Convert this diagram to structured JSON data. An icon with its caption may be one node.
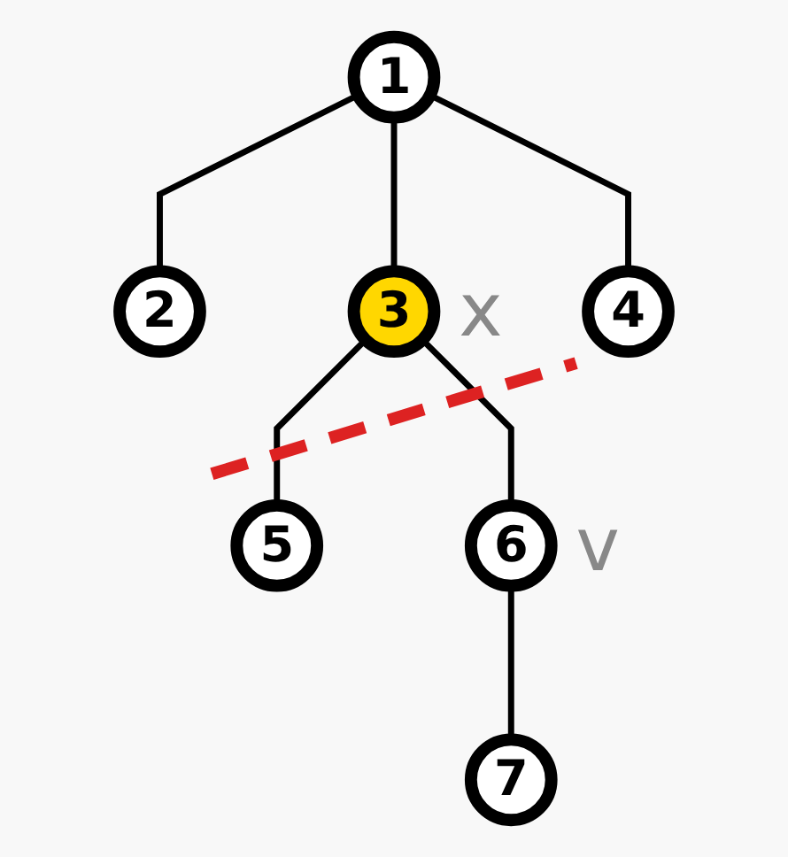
{
  "diagram": {
    "nodes": [
      {
        "text": [
          "1"
        ]
      },
      {
        "text": [
          "2"
        ]
      },
      {
        "text": [
          "3"
        ],
        "beside": [
          "x"
        ]
      },
      {
        "text": [
          "4"
        ]
      },
      {
        "text": [
          "5"
        ]
      },
      {
        "text": [
          "6"
        ],
        "beside": [
          "v"
        ]
      },
      {
        "text": [
          "7"
        ]
      }
    ],
    "edges": [
      {
        "from": 0,
        "to": 1,
        "arrow": "none"
      },
      {
        "from": 0,
        "to": 2,
        "arrow": "none"
      },
      {
        "from": 0,
        "to": 3,
        "arrow": "none"
      },
      {
        "from": 2,
        "to": 4,
        "arrow": "none"
      },
      {
        "from": 2,
        "to": 5,
        "arrow": "none"
      },
      {
        "from": 5,
        "to": 6,
        "arrow": "none"
      }
    ]
  }
}
